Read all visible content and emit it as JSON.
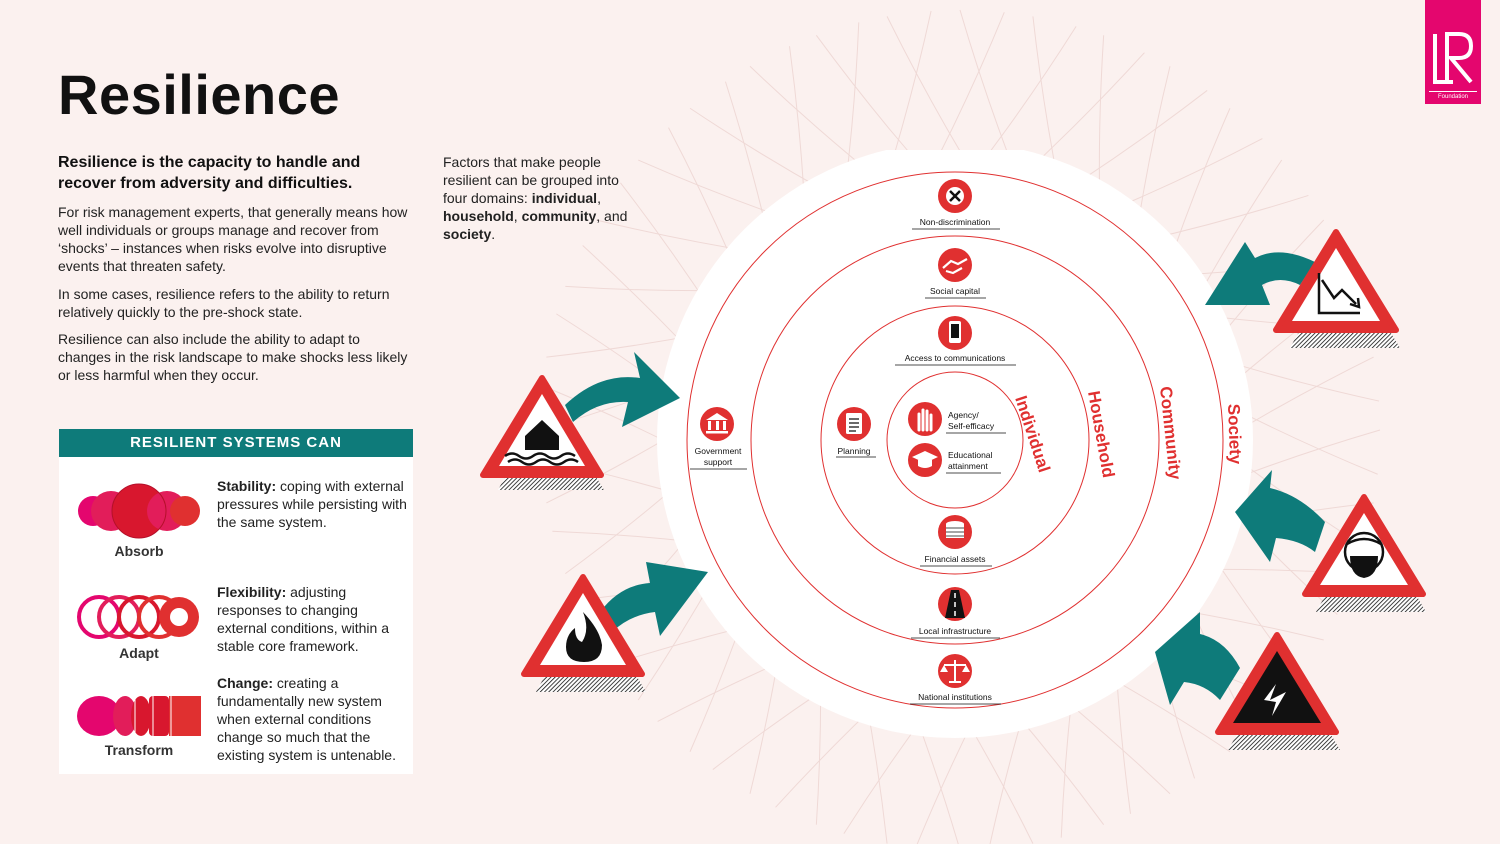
{
  "title": "Resilience",
  "lead": "Resilience is the capacity to handle and recover from adversity and difficulties.",
  "paragraphs": [
    "For risk management experts, that generally means how well individuals or groups manage and recover from ‘shocks’ – instances when risks evolve into disruptive events that threaten safety.",
    "In some cases, resilience refers to the ability to return relatively quickly to the pre-shock state.",
    "Resilience can also include the ability to adapt to changes in the risk landscape to make shocks less likely or less harmful when they occur."
  ],
  "factors": {
    "intro": "Factors that make people resilient can be grouped into four domains:",
    "domains": [
      "individual",
      "household",
      "community",
      "society"
    ],
    "sep1": ", ",
    "sep2": ", ",
    "sep3": ", and ",
    "end": "."
  },
  "systems": {
    "header": "RESILIENT SYSTEMS CAN",
    "items": [
      {
        "label": "Absorb",
        "term": "Stability:",
        "text": " coping with external pressures while persisting with the same system."
      },
      {
        "label": "Adapt",
        "term": "Flexibility:",
        "text": " adjusting responses to changing external conditions, within a stable core framework."
      },
      {
        "label": "Transform",
        "term": "Change:",
        "text": " creating a fundamentally new system when external conditions change so much that the existing system is untenable."
      }
    ]
  },
  "rings": [
    "Individual",
    "Household",
    "Community",
    "Society"
  ],
  "factor_labels": {
    "non_discrimination": "Non-discrimination",
    "social_capital": "Social capital",
    "access_comms": "Access to communications",
    "government_support_1": "Government",
    "government_support_2": "support",
    "planning": "Planning",
    "agency_1": "Agency/",
    "agency_2": "Self-efficacy",
    "education_1": "Educational",
    "education_2": "attainment",
    "financial_assets": "Financial assets",
    "local_infrastructure": "Local infrastructure",
    "national_institutions": "National institutions"
  },
  "shock_icons": [
    "flood-house-icon",
    "fire-icon",
    "falling-chart-icon",
    "face-mask-icon",
    "landslide-road-icon"
  ],
  "logo": {
    "text": "LR",
    "sub": "Foundation"
  },
  "colors": {
    "red": "#e03030",
    "teal": "#0e7b7a",
    "magenta": "#e4066e",
    "bg": "#fbf1ef"
  }
}
